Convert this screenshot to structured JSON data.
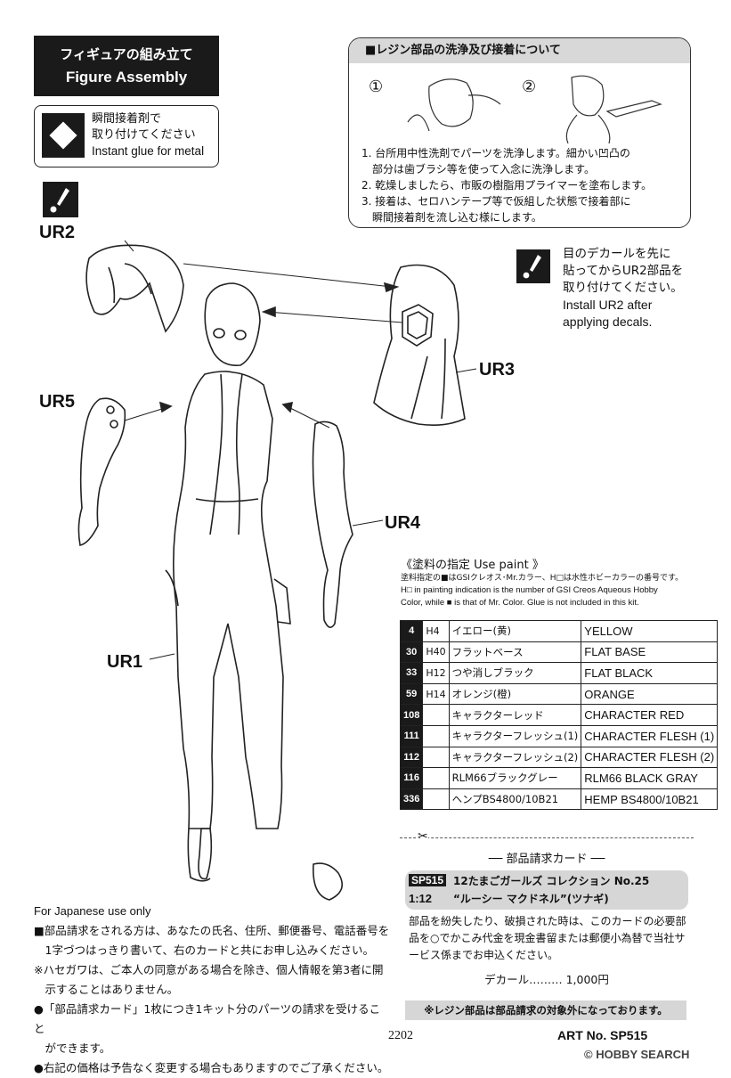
{
  "header": {
    "title_jp": "フィギュアの組み立て",
    "title_en": "Figure Assembly"
  },
  "glue": {
    "line1": "瞬間接着剤で",
    "line2": "取り付けてください",
    "line3": "Instant glue for metal"
  },
  "resin": {
    "heading": "■レジン部品の洗浄及び接着について",
    "step1": "①",
    "step2": "②",
    "lines": [
      "1. 台所用中性洗剤でパーツを洗浄します。細かい凹凸の",
      "部分は歯ブラシ等を使って入念に洗浄します。",
      "2. 乾燥しましたら、市販の樹脂用プライマーを塗布します。",
      "3. 接着は、セロハンテープ等で仮組した状態で接着部に",
      "瞬間接着剤を流し込む様にします。"
    ]
  },
  "parts": {
    "ur1": "UR1",
    "ur2": "UR2",
    "ur3": "UR3",
    "ur4": "UR4",
    "ur5": "UR5"
  },
  "decal_note": {
    "jp1": "目のデカールを先に",
    "jp2": "貼ってからUR2部品を",
    "jp3": "取り付けてください。",
    "en1": "Install UR2 after",
    "en2": "applying decals."
  },
  "paint": {
    "heading": "《塗料の指定 Use paint 》",
    "note_jp": "塗料指定の■はGSIクレオス･Mr.カラー、H□は水性ホビーカラーの番号です。",
    "note_en1": "H□ in painting indication is the number of GSI Creos Aqueous Hobby",
    "note_en2": "Color, while ■ is that of Mr. Color. Glue is not included in this kit.",
    "rows": [
      {
        "num": "4",
        "h": "H4",
        "jp": "イエロー(黄)",
        "en": "YELLOW"
      },
      {
        "num": "30",
        "h": "H40",
        "jp": "フラットベース",
        "en": "FLAT BASE"
      },
      {
        "num": "33",
        "h": "H12",
        "jp": "つや消しブラック",
        "en": "FLAT BLACK"
      },
      {
        "num": "59",
        "h": "H14",
        "jp": "オレンジ(橙)",
        "en": "ORANGE"
      },
      {
        "num": "108",
        "h": "",
        "jp": "キャラクターレッド",
        "en": "CHARACTER RED"
      },
      {
        "num": "111",
        "h": "",
        "jp": "キャラクターフレッシュ(1)",
        "en": "CHARACTER FLESH (1)"
      },
      {
        "num": "112",
        "h": "",
        "jp": "キャラクターフレッシュ(2)",
        "en": "CHARACTER FLESH (2)"
      },
      {
        "num": "116",
        "h": "",
        "jp": "RLM66ブラックグレー",
        "en": "RLM66 BLACK GRAY"
      },
      {
        "num": "336",
        "h": "",
        "jp": "ヘンプBS4800/10B21",
        "en": "HEMP BS4800/10B21"
      }
    ]
  },
  "card": {
    "title": "── 部品請求カード ──",
    "code": "SP515",
    "scale": "1:12",
    "product1": "12たまごガールズ コレクション No.25",
    "product2": "“ルーシー マクドネル”(ツナギ)",
    "body": "部品を紛失したり、破損された時は、このカードの必要部品を○でかこみ代金を現金書留または郵便小為替で当社サービス係までお申込ください。",
    "decal": "デカール……… 1,000円",
    "note": "※レジン部品は部品請求の対象外になっております。"
  },
  "japan_use": {
    "title": "For Japanese use only",
    "lines": [
      "■部品請求をされる方は、あなたの氏名、住所、郵便番号、電話番号を",
      "　1字づつはっきり書いて、右のカードと共にお申し込みください。",
      "※ハセガワは、ご本人の同意がある場合を除き、個人情報を第3者に開",
      "　示することはありません。",
      "●「部品請求カード」1枚につき1キット分のパーツの請求を受けること",
      "　ができます。",
      "●右記の価格は予告なく変更する場合もありますのでご了承ください。"
    ]
  },
  "footer": {
    "code": "2202",
    "art": "ART No. SP515",
    "watermark": "© HOBBY SEARCH"
  }
}
